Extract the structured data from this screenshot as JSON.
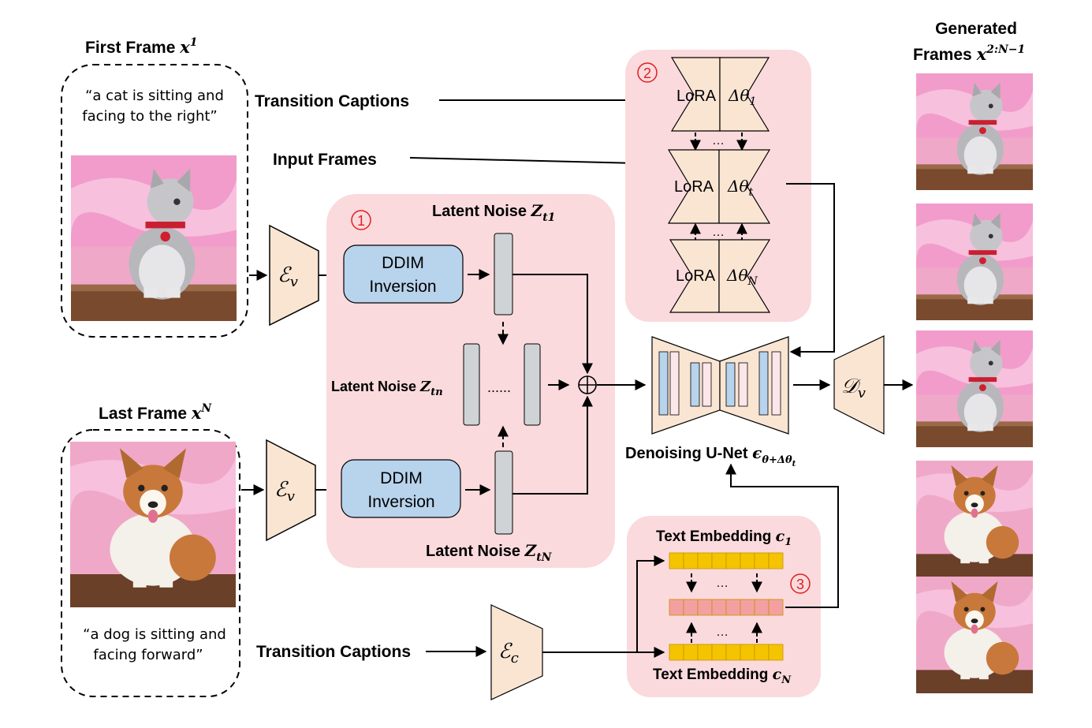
{
  "first_frame": {
    "title": "First Frame",
    "sym": "x",
    "sup": "1",
    "caption_l1": "“a cat is sitting and",
    "caption_l2": "facing to the right”"
  },
  "last_frame": {
    "title": "Last Frame",
    "sym": "x",
    "sup": "N",
    "caption_l1": "“a dog is sitting and",
    "caption_l2": "facing forward”"
  },
  "labels": {
    "transition_captions_top": "Transition Captions",
    "input_frames": "Input Frames",
    "transition_captions_bottom": "Transition Captions"
  },
  "encoders": {
    "ev_sym": "ℰ",
    "ev_sub": "v",
    "ec_sym": "ℰ",
    "ec_sub": "c",
    "dv_sym": "𝒟",
    "dv_sub": "v"
  },
  "block1": {
    "badge": "1",
    "ddim_l1": "DDIM",
    "ddim_l2": "Inversion",
    "noise_top_label": "Latent Noise",
    "noise_top_sym": "Z",
    "noise_top_sub": "t1",
    "noise_mid_label": "Latent Noise",
    "noise_mid_sym": "Z",
    "noise_mid_sub": "tn",
    "noise_bot_label": "Latent Noise",
    "noise_bot_sym": "Z",
    "noise_bot_sub": "tN",
    "dots": "......",
    "plus": "⊕"
  },
  "block2": {
    "badge": "2",
    "lora": "LoRA",
    "delta_sym": "Δθ",
    "subs": [
      "1",
      "t",
      "N"
    ],
    "dots": "…"
  },
  "block3": {
    "badge": "3",
    "top_label": "Text Embedding",
    "top_sym": "c",
    "top_sub": "1",
    "bot_label": "Text Embedding",
    "bot_sym": "c",
    "bot_sub": "N",
    "dots": "…",
    "colors": {
      "yellow": "#f5c400",
      "pink": "#f4a0a0"
    }
  },
  "unet": {
    "label": "Denoising U-Net",
    "sym": "ϵ",
    "sub": "θ+Δθ",
    "sub2": "t"
  },
  "generated": {
    "title_l1": "Generated",
    "title_l2": "Frames",
    "sym": "x",
    "sup": "2:N−1",
    "frames": [
      "cat",
      "cat",
      "cat",
      "dog",
      "dog"
    ]
  },
  "colors": {
    "block_bg": "#fadadd",
    "encoder_fill": "#fae5d3",
    "ddim_fill": "#b8d3ec",
    "latent_fill": "#d0d3d6",
    "badge_red": "#e02020",
    "unet_blue": "#b8d3ec",
    "unet_pink": "#fbe6ea"
  }
}
